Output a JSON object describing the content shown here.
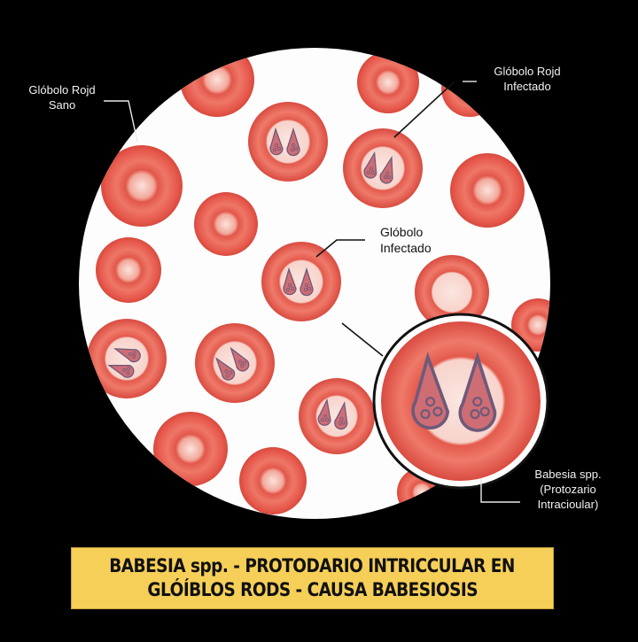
{
  "diagram": {
    "background_color": "#000000",
    "field_color": "#ffffff",
    "cell_color": "#e4574b",
    "cell_center_color": "#f7d6cf",
    "parasite_color": "#c76a78",
    "parasite_outline": "#6e5a7a",
    "banner_color": "#f6cf58"
  },
  "labels": {
    "healthy_rbc": {
      "line1": "Glóbolo Rojd",
      "line2": "Sano"
    },
    "infected_rbc_top": {
      "line1": "Glóbolo Rojd",
      "line2": "Infectado"
    },
    "infected_center": {
      "line1": "Glóbolo",
      "line2": "Infectado"
    },
    "babesia": {
      "line1": "Babesia spp.",
      "line2": "(Protozario",
      "line3": "Intracioular)"
    }
  },
  "banner": {
    "line1": "BABESIA spp. - PROTODARIO INTRICCULAR EN",
    "line2": "GLÓÍBLOS RODS - CAUSA BABESIOSIS"
  }
}
